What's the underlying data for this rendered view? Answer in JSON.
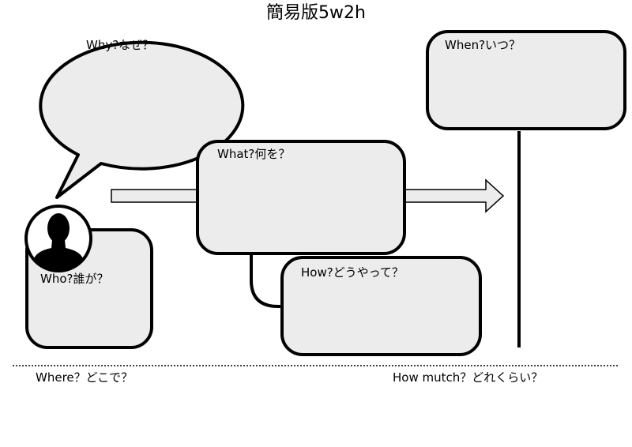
{
  "title": "簡易版5w2h",
  "labels": {
    "why": "Why?なぜ？",
    "when": "When?いつ？",
    "what": "What?何を？",
    "who": "Who?誰が？",
    "how": "How?どうやって？",
    "where": "Where？どこで？",
    "how_much": "How mutch？どれくらい？"
  },
  "colors": {
    "fill": "#ececec",
    "stroke": "#000000",
    "silhouette": "#000000"
  }
}
